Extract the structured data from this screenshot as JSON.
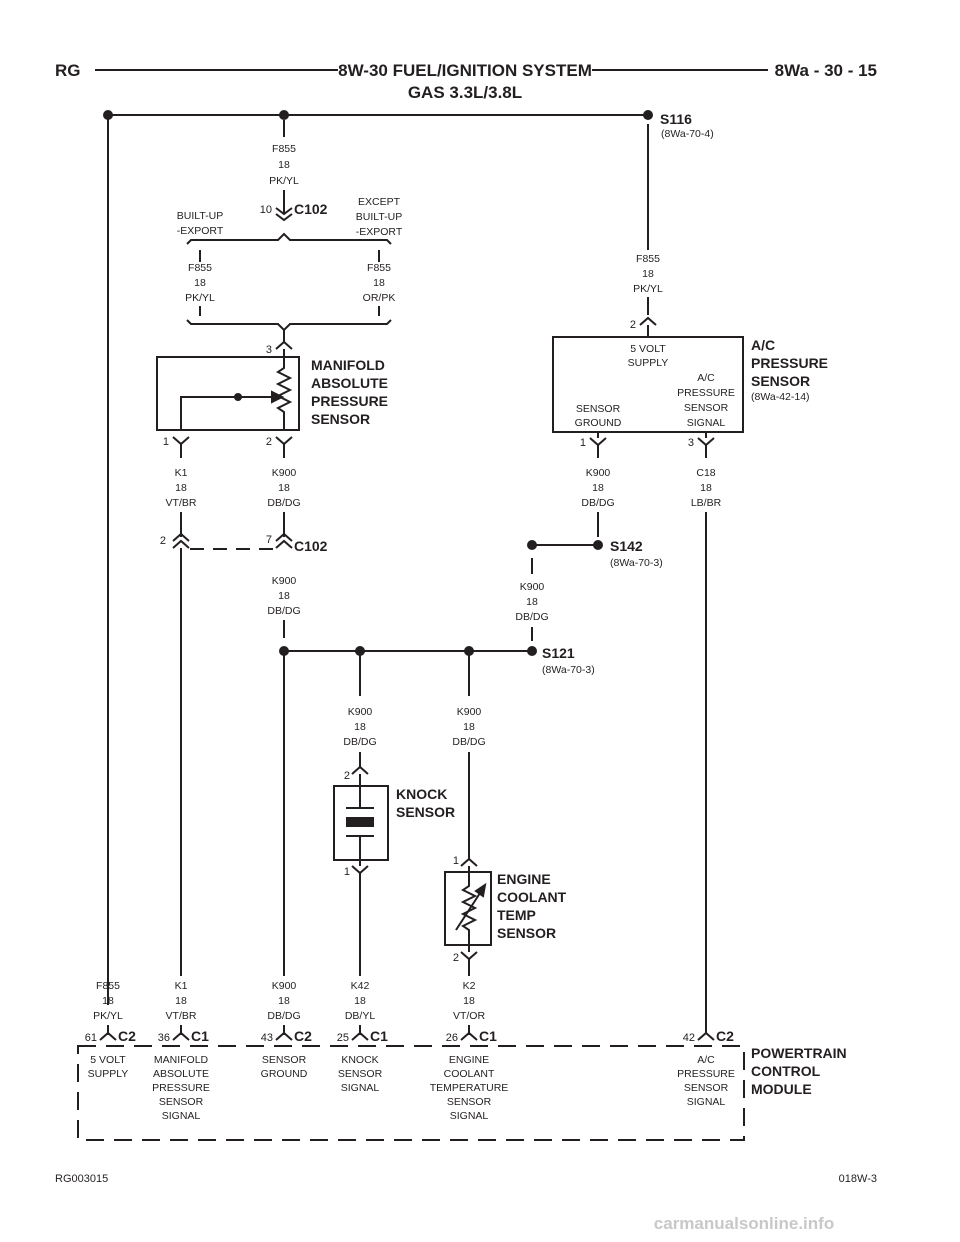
{
  "header": {
    "left": "RG",
    "title": "8W-30 FUEL/IGNITION SYSTEM",
    "subtitle": "GAS 3.3L/3.8L",
    "right": "8Wa - 30 - 15"
  },
  "splices": {
    "s116": {
      "name": "S116",
      "ref": "(8Wa-70-4)"
    },
    "s142": {
      "name": "S142",
      "ref": "(8Wa-70-3)"
    },
    "s121": {
      "name": "S121",
      "ref": "(8Wa-70-3)"
    }
  },
  "wires": {
    "f855_top": [
      "F855",
      "18",
      "PK/YL"
    ],
    "f855_left": [
      "F855",
      "18",
      "PK/YL"
    ],
    "f855_right": [
      "F855",
      "18",
      "OR/PK"
    ],
    "f855_ac": [
      "F855",
      "18",
      "PK/YL"
    ],
    "k1_map": [
      "K1",
      "18",
      "VT/BR"
    ],
    "k900_map": [
      "K900",
      "18",
      "DB/DG"
    ],
    "k900_ac": [
      "K900",
      "18",
      "DB/DG"
    ],
    "c18_ac": [
      "C18",
      "18",
      "LB/BR"
    ],
    "k900_below_c102": [
      "K900",
      "18",
      "DB/DG"
    ],
    "k900_s142": [
      "K900",
      "18",
      "DB/DG"
    ],
    "k900_knock": [
      "K900",
      "18",
      "DB/DG"
    ],
    "k900_ect": [
      "K900",
      "18",
      "DB/DG"
    ],
    "f855_pcm": [
      "F855",
      "18",
      "PK/YL"
    ],
    "k1_pcm": [
      "K1",
      "18",
      "VT/BR"
    ],
    "k900_pcm": [
      "K900",
      "18",
      "DB/DG"
    ],
    "k42_pcm": [
      "K42",
      "18",
      "DB/YL"
    ],
    "k2_pcm": [
      "K2",
      "18",
      "VT/OR"
    ]
  },
  "option_labels": {
    "built_up": [
      "BUILT-UP",
      "-EXPORT"
    ],
    "except": [
      "EXCEPT",
      "BUILT-UP",
      "-EXPORT"
    ]
  },
  "connectors": {
    "c102_top": {
      "pin": "10",
      "name": "C102"
    },
    "c102_mid": {
      "pin_left": "2",
      "pin_right": "7",
      "name": "C102"
    }
  },
  "components": {
    "map_sensor": {
      "name": [
        "MANIFOLD",
        "ABSOLUTE",
        "PRESSURE",
        "SENSOR"
      ],
      "pin_top": "3",
      "pin_1": "1",
      "pin_2": "2"
    },
    "ac_sensor": {
      "name": [
        "A/C",
        "PRESSURE",
        "SENSOR"
      ],
      "ref": "(8Wa-42-14)",
      "pin_top": "2",
      "pin_1": "1",
      "pin_3": "3",
      "supply": [
        "5 VOLT",
        "SUPPLY"
      ],
      "ground": [
        "SENSOR",
        "GROUND"
      ],
      "signal": [
        "A/C",
        "PRESSURE",
        "SENSOR",
        "SIGNAL"
      ]
    },
    "knock_sensor": {
      "name": [
        "KNOCK",
        "SENSOR"
      ],
      "pin_top": "2",
      "pin_bottom": "1"
    },
    "ect_sensor": {
      "name": [
        "ENGINE",
        "COOLANT",
        "TEMP",
        "SENSOR"
      ],
      "pin_top": "1",
      "pin_bottom": "2"
    },
    "pcm": {
      "name": [
        "POWERTRAIN",
        "CONTROL",
        "MODULE"
      ],
      "pins": [
        {
          "pin": "61",
          "conn": "C2",
          "label": [
            "5 VOLT",
            "SUPPLY"
          ]
        },
        {
          "pin": "36",
          "conn": "C1",
          "label": [
            "MANIFOLD",
            "ABSOLUTE",
            "PRESSURE",
            "SENSOR",
            "SIGNAL"
          ]
        },
        {
          "pin": "43",
          "conn": "C2",
          "label": [
            "SENSOR",
            "GROUND"
          ]
        },
        {
          "pin": "25",
          "conn": "C1",
          "label": [
            "KNOCK",
            "SENSOR",
            "SIGNAL"
          ]
        },
        {
          "pin": "26",
          "conn": "C1",
          "label": [
            "ENGINE",
            "COOLANT",
            "TEMPERATURE",
            "SENSOR",
            "SIGNAL"
          ]
        },
        {
          "pin": "42",
          "conn": "C2",
          "label": [
            "A/C",
            "PRESSURE",
            "SENSOR",
            "SIGNAL"
          ]
        }
      ]
    }
  },
  "footer": {
    "left": "RG003015",
    "right": "018W-3"
  },
  "watermark": "carmanualsonline.info",
  "colors": {
    "ink": "#231f20",
    "watermark": "#c8c8c8"
  }
}
